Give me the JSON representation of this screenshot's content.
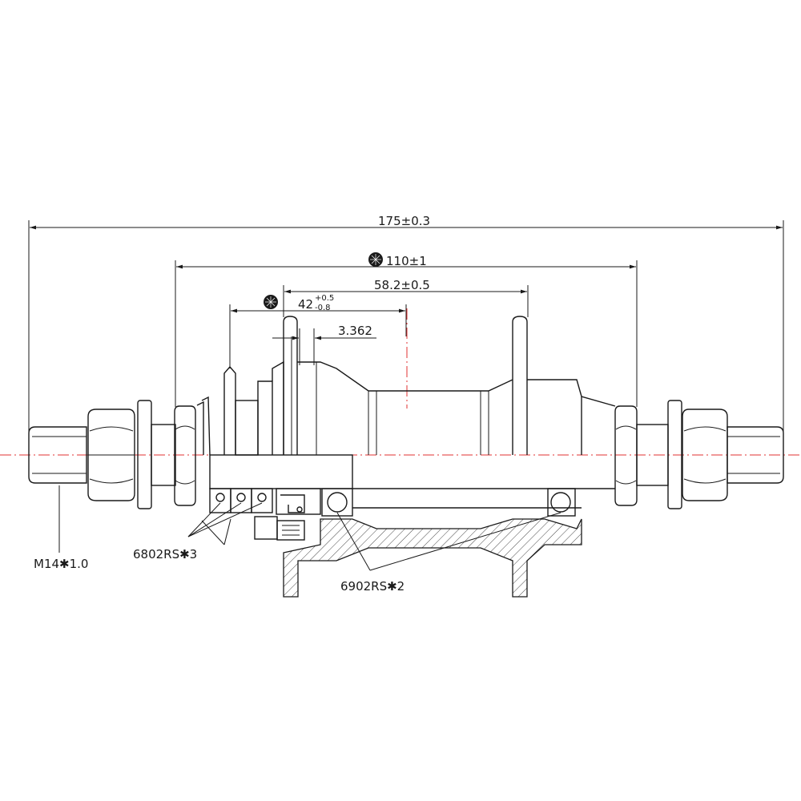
{
  "dimensions": {
    "overall_length": "175±0.3",
    "flange_spacing": "110±1",
    "hub_body": "58.2±0.5",
    "flange_offset_base": "42",
    "flange_offset_upper_tol": "+0.5",
    "flange_offset_lower_tol": "-0.8",
    "small_offset": "3.362"
  },
  "callouts": {
    "axle_thread": "M14✱1.0",
    "driver_bearing": "6802RS✱3",
    "hub_bearing": "6902RS✱2"
  },
  "colors": {
    "line": "#1a1a1a",
    "centerline": "#e03030"
  },
  "icons": {
    "reference_marker": "black-radial-dot"
  }
}
